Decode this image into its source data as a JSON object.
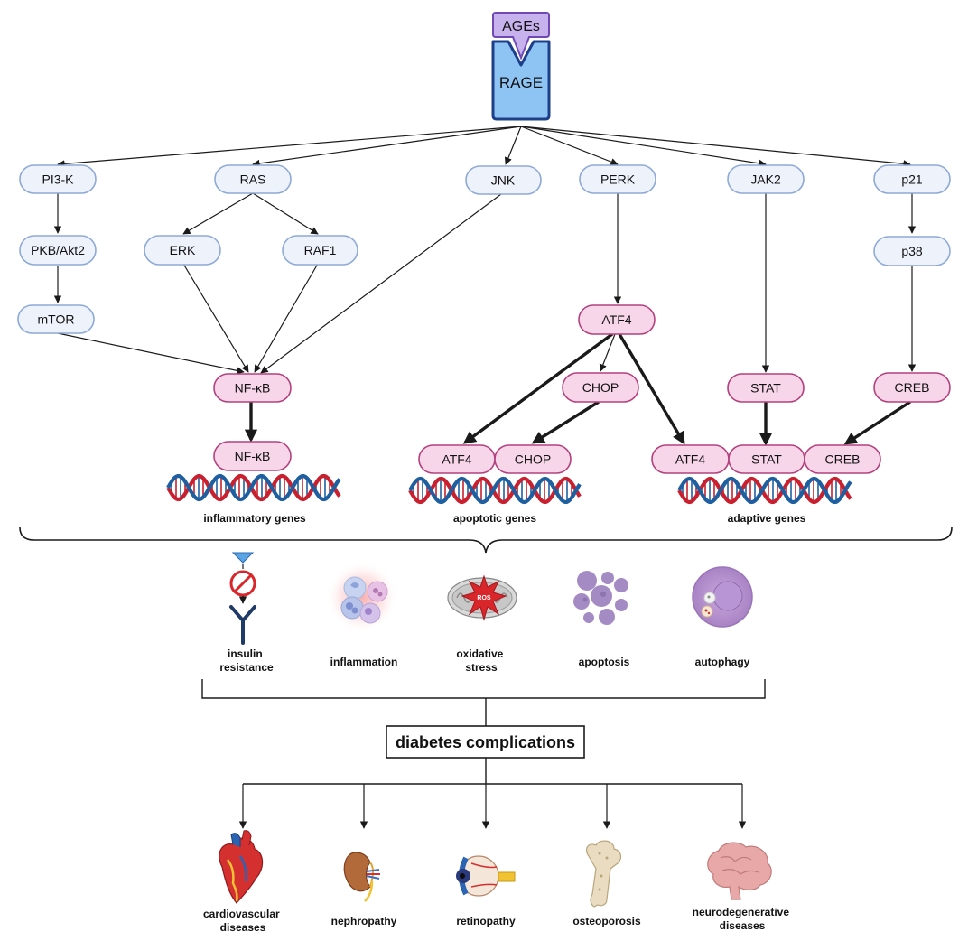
{
  "ligand": "AGEs",
  "receptor": "RAGE",
  "nodes": {
    "pi3k": "PI3-K",
    "ras": "RAS",
    "jnk": "JNK",
    "perk": "PERK",
    "jak2": "JAK2",
    "p21": "p21",
    "pkb": "PKB/Akt2",
    "erk": "ERK",
    "raf1": "RAF1",
    "p38": "p38",
    "mtor": "mTOR",
    "atf4_mid": "ATF4",
    "nfkb": "NF-κB",
    "chop_mid": "CHOP",
    "stat_mid": "STAT",
    "creb_mid": "CREB",
    "nfkb_gene": "NF-κB",
    "atf4_apop": "ATF4",
    "chop_apop": "CHOP",
    "atf4_adapt": "ATF4",
    "stat_adapt": "STAT",
    "creb_adapt": "CREB"
  },
  "genes": {
    "inflammatory": "inflammatory genes",
    "apoptotic": "apoptotic genes",
    "adaptive": "adaptive genes"
  },
  "effects": {
    "insulin": [
      "insulin",
      "resistance"
    ],
    "inflammation": "inflammation",
    "oxidative": [
      "oxidative",
      "stress"
    ],
    "ros": "ROS",
    "apoptosis": "apoptosis",
    "autophagy": "autophagy"
  },
  "central": "diabetes complications",
  "outcomes": {
    "cardio": [
      "cardiovascular",
      "diseases"
    ],
    "nephro": "nephropathy",
    "retino": "retinopathy",
    "osteo": "osteoporosis",
    "neuro": [
      "neurodegenerative",
      "diseases"
    ]
  },
  "colors": {
    "receptor_fill": "#8ec4f4",
    "receptor_stroke": "#1d3f8a",
    "ligand_fill": "#c7b2ee",
    "ligand_stroke": "#6f4ab4",
    "node_blue": "#eef3fb",
    "node_pink": "#f8d6ea",
    "dna_red": "#c8202e",
    "dna_blue": "#1f5fa0"
  }
}
